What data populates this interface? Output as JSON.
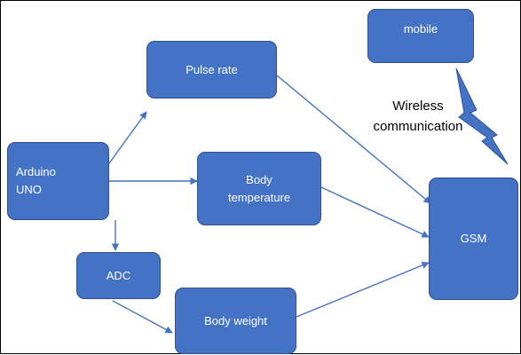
{
  "colors": {
    "node_fill": "#4472c4",
    "node_border": "#2f528f",
    "node_text": "#ffffff",
    "arrow": "#4472c4"
  },
  "nodes": {
    "arduino": "Arduino\nUNO",
    "pulse_rate": "Pulse rate",
    "body_temperature": "Body\ntemperature",
    "adc": "ADC",
    "body_weight": "Body weight",
    "gsm": "GSM",
    "mobile": "mobile"
  },
  "labels": {
    "wireless": "Wireless\ncommunication"
  },
  "connections": [
    {
      "from": "Arduino UNO",
      "to": "Pulse rate"
    },
    {
      "from": "Arduino UNO",
      "to": "Body temperature"
    },
    {
      "from": "Arduino UNO",
      "to": "ADC"
    },
    {
      "from": "ADC",
      "to": "Body weight"
    },
    {
      "from": "Pulse rate",
      "to": "GSM"
    },
    {
      "from": "Body temperature",
      "to": "GSM"
    },
    {
      "from": "Body weight",
      "to": "GSM"
    },
    {
      "from": "GSM",
      "to": "mobile",
      "style": "wireless"
    }
  ]
}
